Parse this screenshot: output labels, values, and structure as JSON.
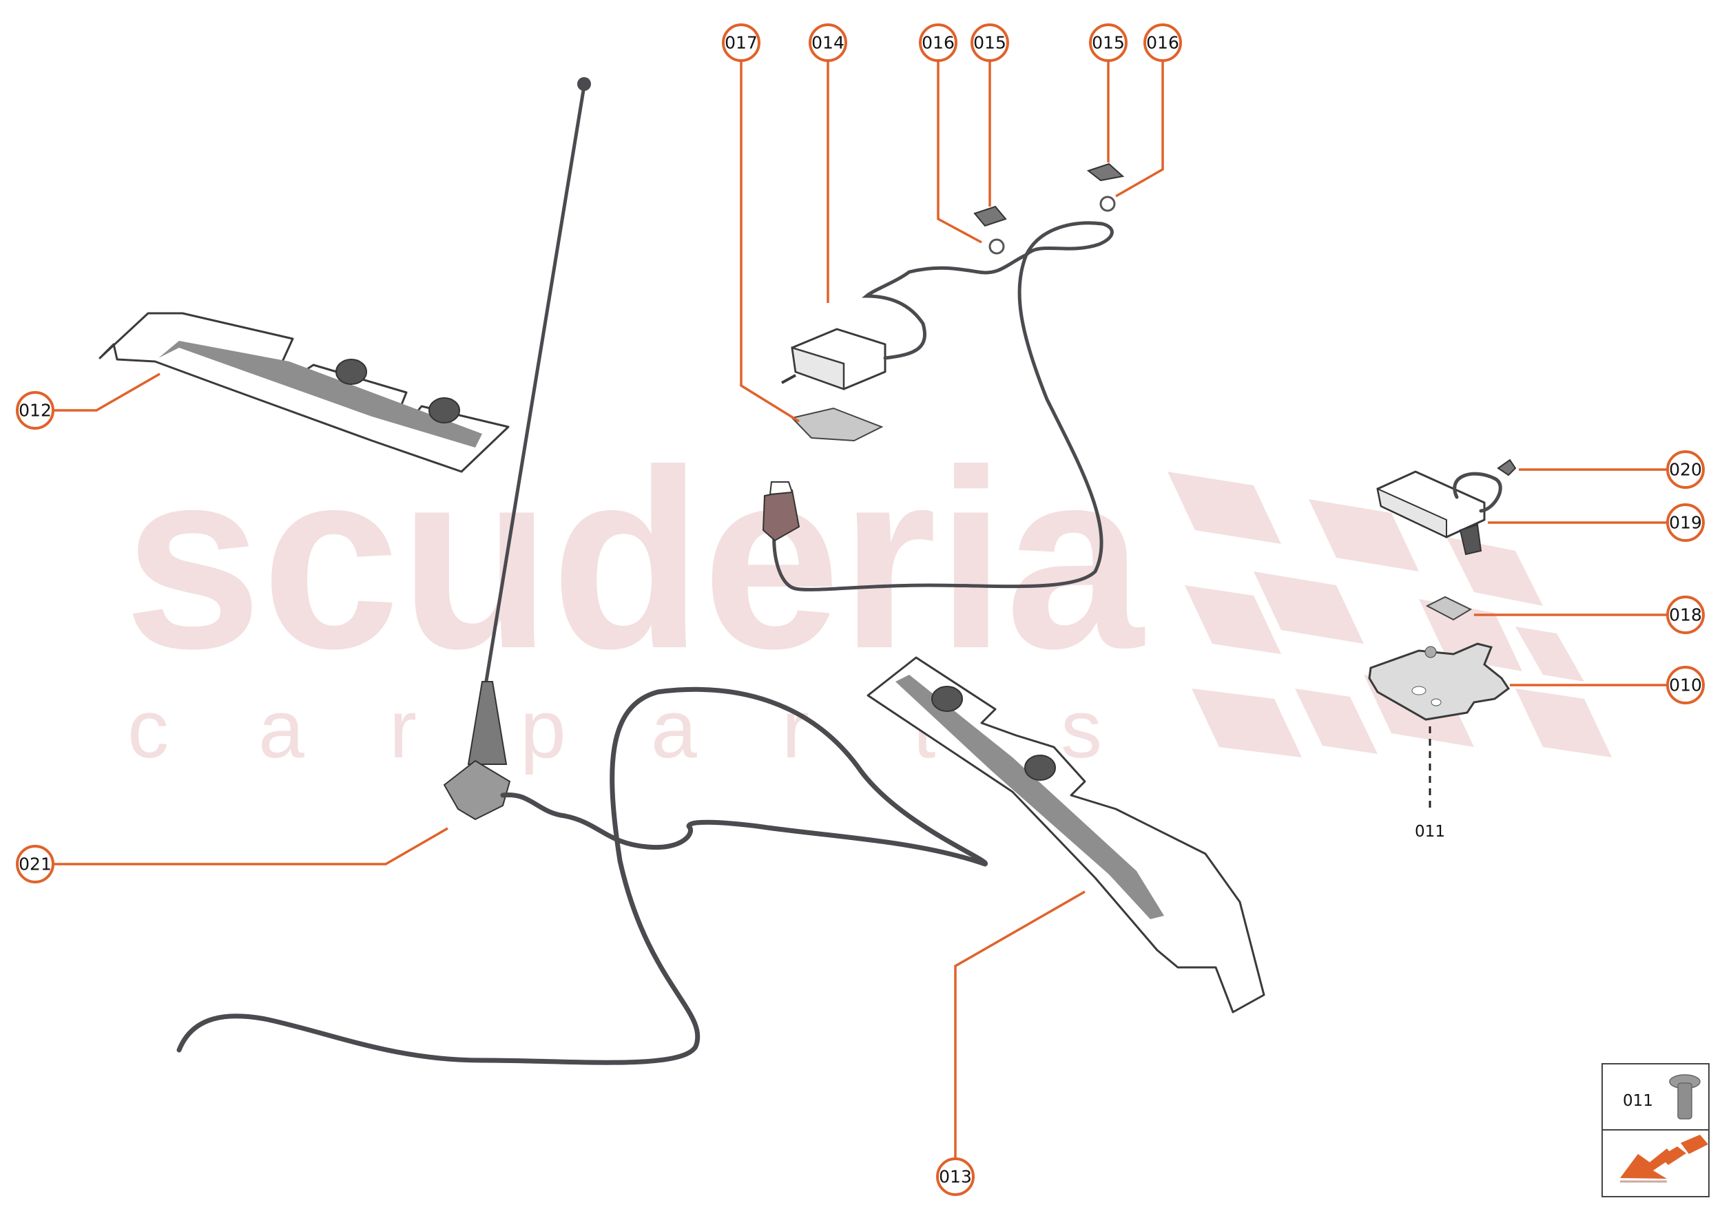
{
  "watermark": {
    "primary": "scuderia",
    "secondary": [
      "c",
      "a",
      "r",
      "p",
      "a",
      "r",
      "t",
      "s"
    ],
    "color": "#f3dfdf"
  },
  "accent_color": "#e0622a",
  "callouts": [
    {
      "id": "017",
      "label": "017",
      "part": "adhesive-pad"
    },
    {
      "id": "014",
      "label": "014",
      "part": "antenna-amplifier-module"
    },
    {
      "id": "016a",
      "label": "016",
      "part": "ring-seal"
    },
    {
      "id": "015a",
      "label": "015",
      "part": "clip"
    },
    {
      "id": "015b",
      "label": "015",
      "part": "clip"
    },
    {
      "id": "016b",
      "label": "016",
      "part": "ring-seal"
    },
    {
      "id": "012",
      "label": "012",
      "part": "trim-panel-left"
    },
    {
      "id": "021",
      "label": "021",
      "part": "rod-antenna-with-cable"
    },
    {
      "id": "013",
      "label": "013",
      "part": "trim-panel-right"
    },
    {
      "id": "020",
      "label": "020",
      "part": "clip"
    },
    {
      "id": "019",
      "label": "019",
      "part": "control-unit"
    },
    {
      "id": "018",
      "label": "018",
      "part": "adhesive-pad"
    },
    {
      "id": "010",
      "label": "010",
      "part": "mounting-bracket"
    }
  ],
  "reference_label": "011",
  "legend": {
    "part_number": "011",
    "part_icon": "screw-icon",
    "direction_icon": "front-direction-arrow-icon"
  }
}
